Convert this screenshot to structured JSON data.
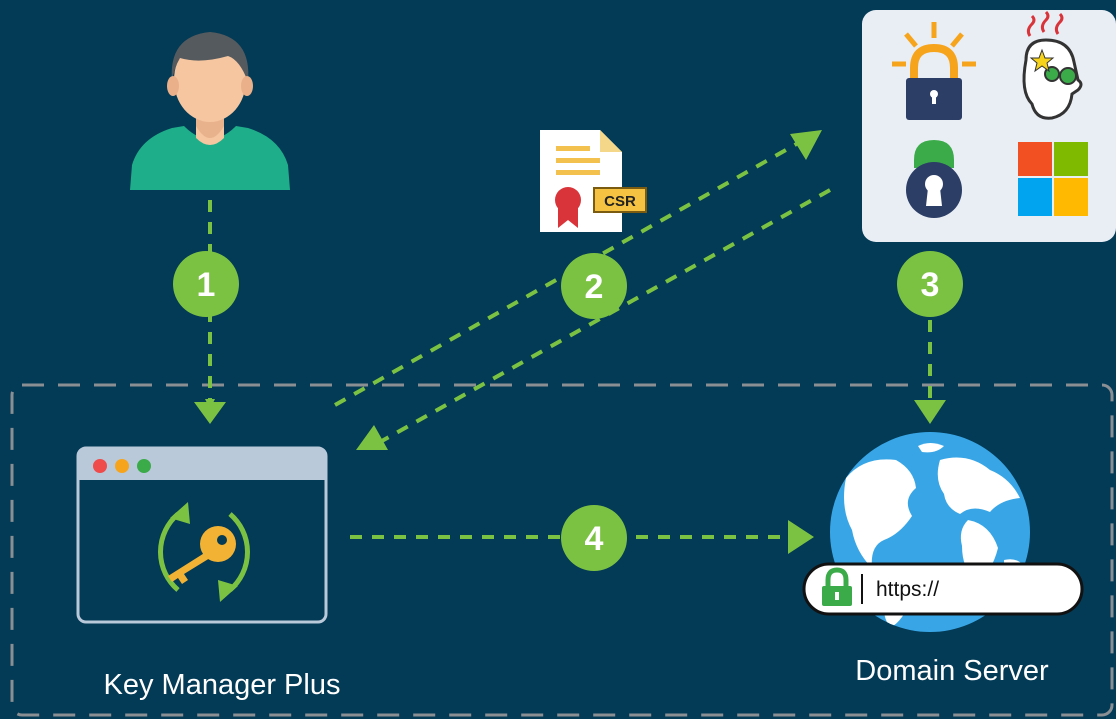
{
  "steps": [
    "1",
    "2",
    "3",
    "4"
  ],
  "csr_label": "CSR",
  "url_text": "https://",
  "key_manager_label": "Key Manager Plus",
  "domain_server_label": "Domain Server",
  "icons": {
    "user": "user-avatar-icon",
    "csr": "csr-document-icon",
    "key_manager": "key-rotation-window-icon",
    "globe": "globe-icon",
    "padlock": "padlock-icon",
    "ca_letsencrypt": "lets-encrypt-icon",
    "ca_godaddy": "godaddy-icon",
    "ca_lock": "keyhole-lock-icon",
    "ca_microsoft": "microsoft-logo-icon"
  },
  "colors": {
    "background": "#033a55",
    "accent_green": "#7cc242",
    "dashed_border": "#8a8f94",
    "panel": "#e9eef4",
    "text_light": "#ffffff"
  }
}
